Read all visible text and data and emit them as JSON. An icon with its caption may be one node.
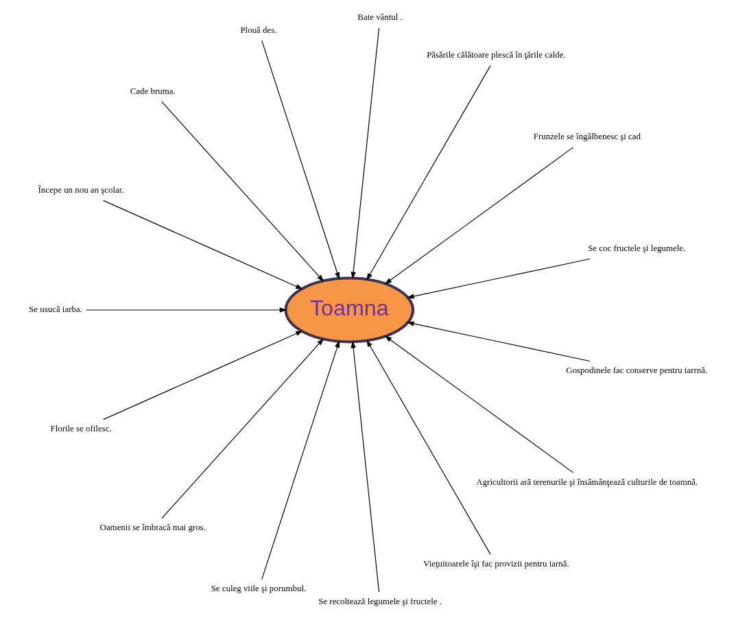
{
  "diagram": {
    "nodes": [
      {
        "text": [
          "Toamna"
        ]
      },
      {
        "text": [
          "Se coc fructele şi legumele."
        ]
      },
      {
        "text": [
          "Frunzele se îngălbenesc şi cad"
        ]
      },
      {
        "text": [
          "Păsările călătoare plescă în ţările calde."
        ]
      },
      {
        "text": [
          "Bate vântul ."
        ]
      },
      {
        "text": [
          "Plouă des."
        ]
      },
      {
        "text": [
          "Cade bruma."
        ]
      },
      {
        "text": [
          "Începe un nou an şcolar."
        ]
      },
      {
        "text": [
          "Se usucă iarba."
        ]
      },
      {
        "text": [
          "Florile se ofilesc."
        ]
      },
      {
        "text": [
          "Oamenii se îmbracă mai gros."
        ]
      },
      {
        "text": [
          "Se culeg viile şi porumbul."
        ]
      },
      {
        "text": [
          "Se recoltează legumele şi fructele ."
        ]
      },
      {
        "text": [
          "Vieţuitoarele îşi fac provizii pentru iarnă."
        ]
      },
      {
        "text": [
          "Agricultorii ară terenurile şi însămânţează culturile de toamnă."
        ]
      },
      {
        "text": [
          "Gospodinele fac conserve pentru iarrnă."
        ]
      }
    ],
    "edges": [
      {
        "from": 1,
        "to": 0,
        "arrow": "to"
      },
      {
        "from": 2,
        "to": 0,
        "arrow": "to"
      },
      {
        "from": 3,
        "to": 0,
        "arrow": "to"
      },
      {
        "from": 4,
        "to": 0,
        "arrow": "to"
      },
      {
        "from": 5,
        "to": 0,
        "arrow": "to"
      },
      {
        "from": 6,
        "to": 0,
        "arrow": "to"
      },
      {
        "from": 7,
        "to": 0,
        "arrow": "to"
      },
      {
        "from": 8,
        "to": 0,
        "arrow": "to"
      },
      {
        "from": 9,
        "to": 0,
        "arrow": "to"
      },
      {
        "from": 10,
        "to": 0,
        "arrow": "to"
      },
      {
        "from": 11,
        "to": 0,
        "arrow": "to"
      },
      {
        "from": 12,
        "to": 0,
        "arrow": "to"
      },
      {
        "from": 13,
        "to": 0,
        "arrow": "to"
      },
      {
        "from": 14,
        "to": 0,
        "arrow": "to"
      },
      {
        "from": 15,
        "to": 0,
        "arrow": "to"
      }
    ]
  }
}
